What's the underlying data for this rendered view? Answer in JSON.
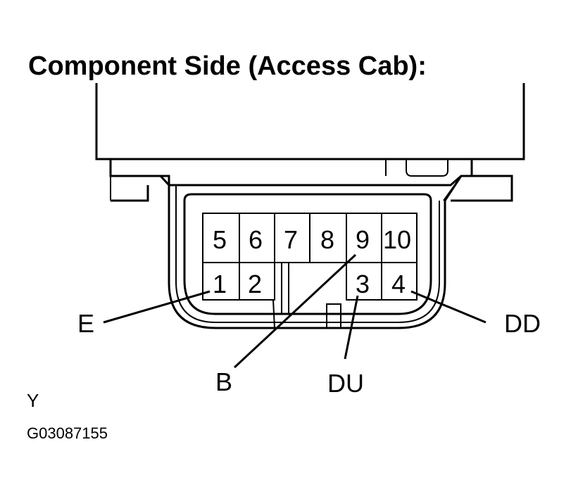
{
  "title": "Component Side (Access Cab):",
  "pins": {
    "p1": "1",
    "p2": "2",
    "p3": "3",
    "p4": "4",
    "p5": "5",
    "p6": "6",
    "p7": "7",
    "p8": "8",
    "p9": "9",
    "p10": "10"
  },
  "labels": {
    "e": "E",
    "b": "B",
    "du": "DU",
    "dd": "DD"
  },
  "footer": {
    "marker": "Y",
    "figure_code": "G03087155"
  }
}
